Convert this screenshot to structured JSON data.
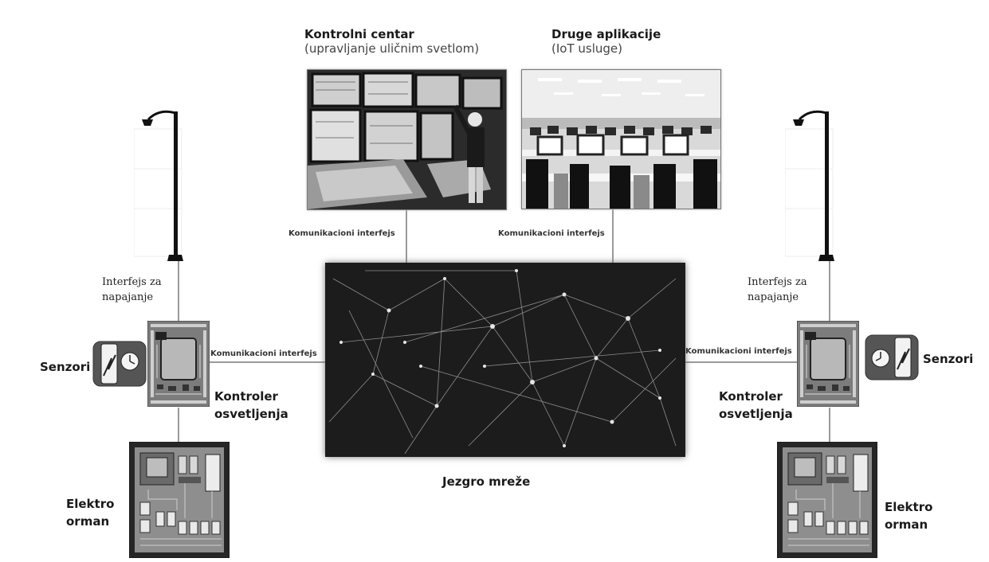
{
  "control_center": {
    "title": "Kontrolni centar",
    "subtitle": "(upravljanje uličnim svetlom)"
  },
  "other_apps": {
    "title": "Druge aplikacije",
    "subtitle": "(IoT usluge)"
  },
  "network_core": {
    "label": "Jezgro mreže"
  },
  "comm_labels": {
    "top_left": "Komunikacioni interfejs",
    "top_right": "Komunikacioni interfejs",
    "mid_left": "Komunikacioni interfejs",
    "mid_right": "Komunikacioni interfejs"
  },
  "left": {
    "power_interface": [
      "Interfejs za",
      "napajanje"
    ],
    "sensors": "Senzori",
    "controller": [
      "Kontroler",
      "osvetljenja"
    ],
    "cabinet": [
      "Elektro",
      "orman"
    ]
  },
  "right": {
    "power_interface": [
      "Interfejs za",
      "napajanje"
    ],
    "sensors": "Senzori",
    "controller": [
      "Kontroler",
      "osvetljenja"
    ],
    "cabinet": [
      "Elektro",
      "orman"
    ]
  }
}
